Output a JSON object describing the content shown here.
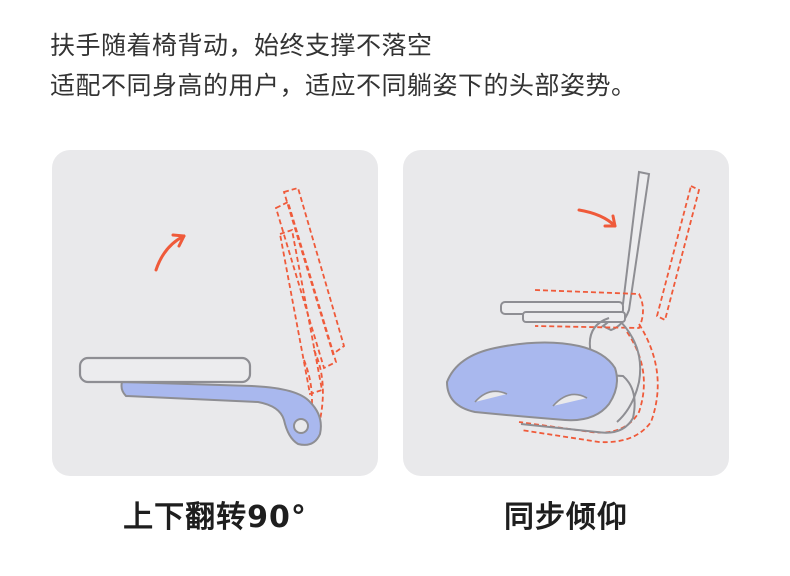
{
  "intro": {
    "line1": "扶手随着椅背动，始终支撑不落空",
    "line2": "适配不同身高的用户，适应不同躺姿下的头部姿势。"
  },
  "panels": {
    "left": {
      "caption": "上下翻转90°"
    },
    "right": {
      "caption": "同步倾仰"
    }
  },
  "colors": {
    "panel_bg": "#e9e9eb",
    "outline": "#8e8e93",
    "pad": "#a9b8ee",
    "accent": "#ef5a3a"
  }
}
